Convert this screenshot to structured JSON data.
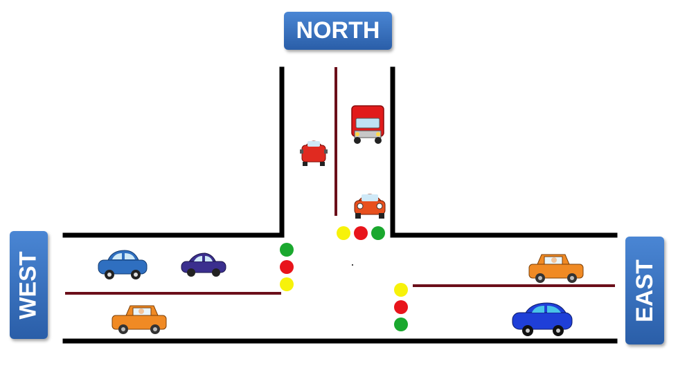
{
  "signs": {
    "north": "NORTH",
    "west": "WEST",
    "east": "EAST"
  },
  "colors": {
    "road_edge": "#000000",
    "lane_divider": "#6b0f1a",
    "sign_bg": "#3a72c0",
    "light_red": "#e8141b",
    "light_yellow": "#f7f20a",
    "light_green": "#1aa82e"
  },
  "traffic_lights": {
    "north": [
      "yellow",
      "red",
      "green"
    ],
    "west": [
      "green",
      "red",
      "yellow"
    ],
    "east": [
      "yellow",
      "red",
      "green"
    ]
  },
  "vehicles": [
    {
      "type": "truck",
      "color": "#e11b1b",
      "road": "north"
    },
    {
      "type": "car",
      "color": "#e02a20",
      "road": "north"
    },
    {
      "type": "car",
      "color": "#e8501e",
      "road": "north"
    },
    {
      "type": "car",
      "color": "#2f6fc0",
      "road": "west"
    },
    {
      "type": "car",
      "color": "#3b2f8e",
      "road": "west"
    },
    {
      "type": "car",
      "color": "#f08a24",
      "road": "west"
    },
    {
      "type": "car",
      "color": "#f08a24",
      "road": "east"
    },
    {
      "type": "car",
      "color": "#1f3fd8",
      "road": "east"
    }
  ]
}
